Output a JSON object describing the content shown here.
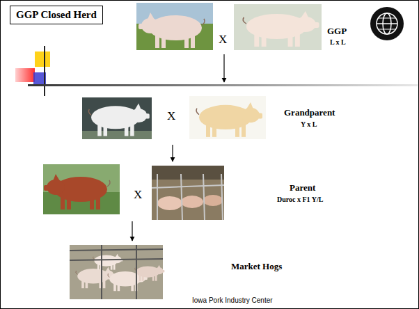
{
  "diagram": {
    "nodes": [
      {
        "text": [
          "GGP Closed Herd"
        ]
      }
    ],
    "labels": [
      "X",
      "GGP",
      "L x L",
      "X",
      "Grandparent",
      "Y x L",
      "X",
      "Parent",
      "Duroc x F1 Y/L",
      "Market Hogs",
      "Iowa Pork Industry Center"
    ]
  }
}
